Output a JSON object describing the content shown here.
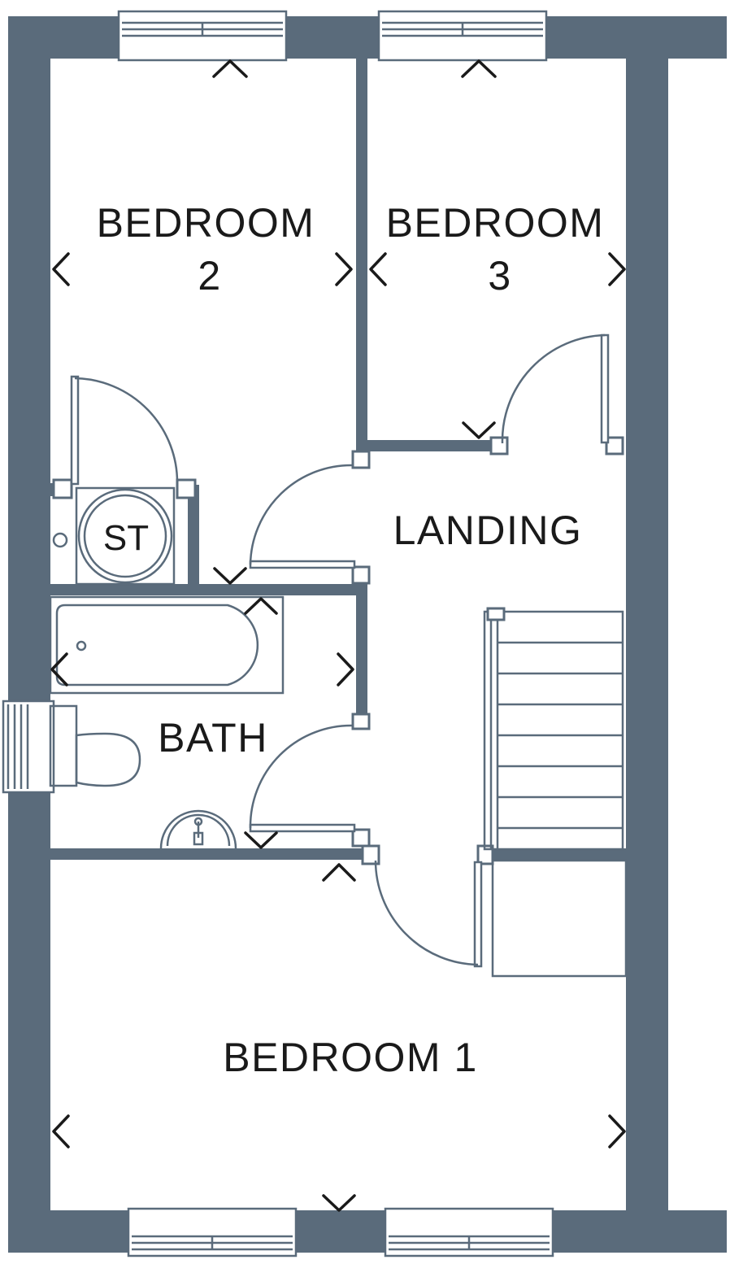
{
  "colors": {
    "wall": "#5a6b7b",
    "line": "#5a6b7b",
    "marker": "#1a1a1a",
    "background": "#ffffff"
  },
  "rooms": {
    "bedroom2": {
      "line1": "BEDROOM",
      "line2": "2"
    },
    "bedroom3": {
      "line1": "BEDROOM",
      "line2": "3"
    },
    "landing": "LANDING",
    "bath": "BATH",
    "bedroom1": "BEDROOM 1"
  },
  "fixtures": {
    "storage_tank": "ST"
  }
}
